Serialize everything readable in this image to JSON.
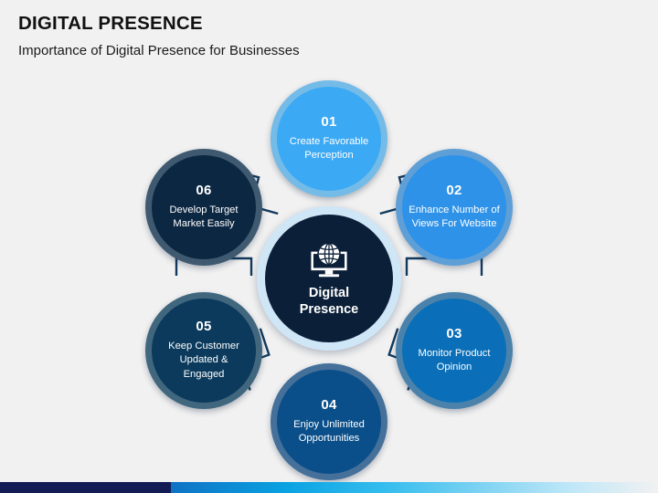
{
  "header": {
    "title": "DIGITAL PRESENCE",
    "subtitle": "Importance of Digital Presence for Businesses"
  },
  "hub": {
    "label": "Digital\nPresence",
    "label_line1": "Digital",
    "label_line2": "Presence",
    "icon": "globe-monitor-icon",
    "fill": "#0b1f38",
    "ring": "#cfe6f7"
  },
  "nodes": [
    {
      "number": "01",
      "label": "Create Favorable Perception",
      "fill": "#3ba9f4",
      "ring": "#74bbe8"
    },
    {
      "number": "02",
      "label": "Enhance Number of Views For Website",
      "fill": "#2e92e8",
      "ring": "#5d9fd6"
    },
    {
      "number": "03",
      "label": "Monitor Product Opinion",
      "fill": "#0a6fb8",
      "ring": "#4a82ab"
    },
    {
      "number": "04",
      "label": "Enjoy Unlimited Opportunities",
      "fill": "#0b4f8a",
      "ring": "#44709a"
    },
    {
      "number": "05",
      "label": "Keep Customer Updated & Engaged",
      "fill": "#0b3a5c",
      "ring": "#41677f"
    },
    {
      "number": "06",
      "label": "Develop Target Market Easily",
      "fill": "#0c2742",
      "ring": "#3f5a70"
    }
  ],
  "connectors": {
    "color": "#12395e",
    "count": 6
  },
  "bottom_bar": {
    "dark_color": "#141c55",
    "accent_color": "#0aa3e2"
  }
}
